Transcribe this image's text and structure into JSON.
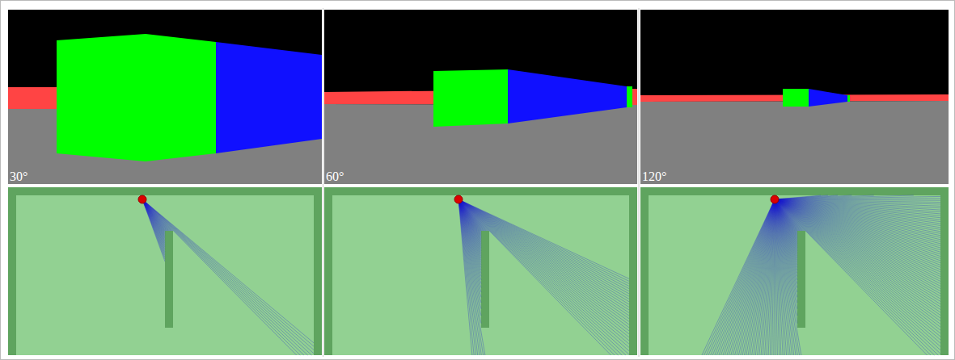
{
  "diagram": {
    "labels": [
      "30°",
      "60°",
      "120°"
    ]
  }
}
